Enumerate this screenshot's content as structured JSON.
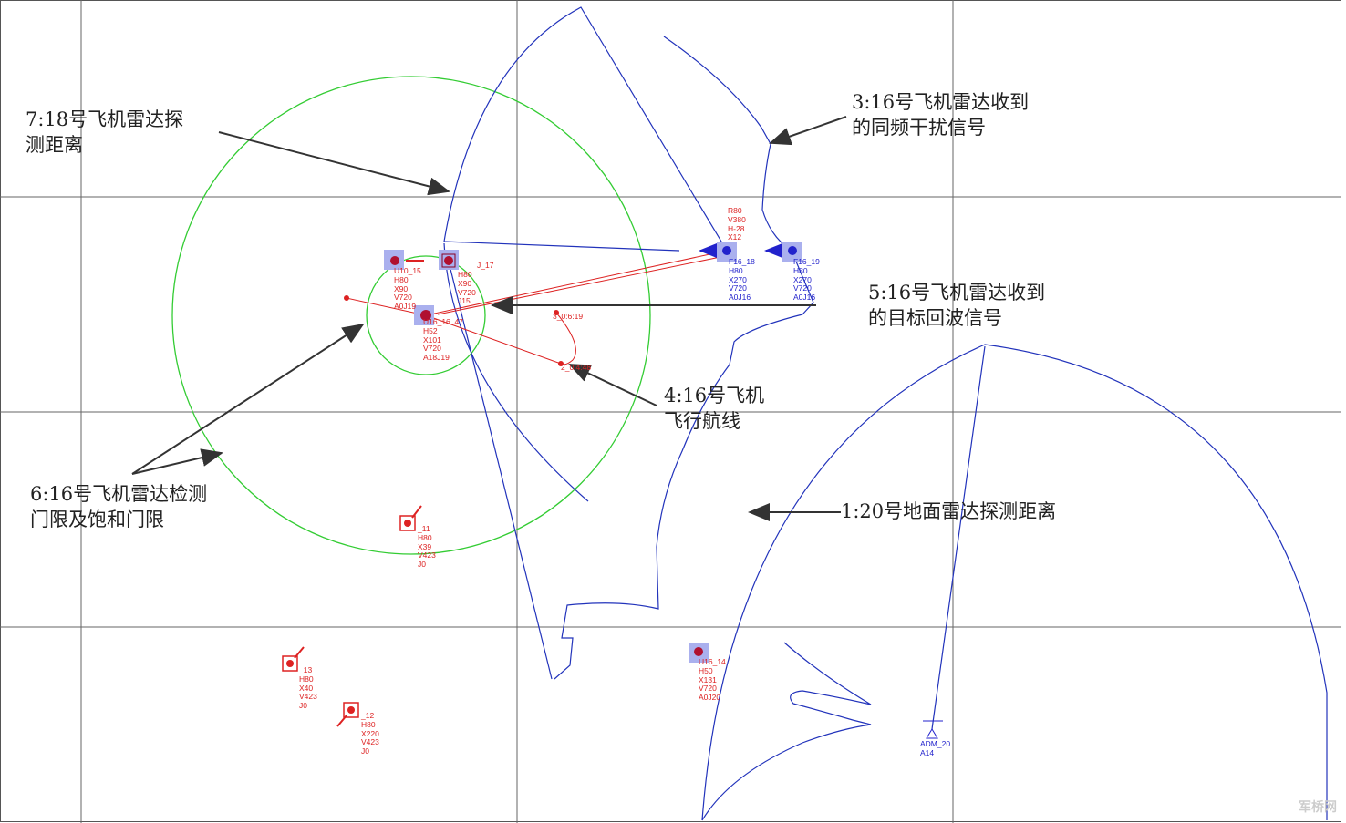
{
  "annotations": {
    "a1": "1:20号地面雷达探测距离",
    "a3": "3:16号飞机雷达收到\n的同频干扰信号",
    "a4": "4:16号飞机\n飞行航线",
    "a5": "5:16号飞机雷达收到\n的目标回波信号",
    "a6": "6:16号飞机雷达检测\n门限及饱和门限",
    "a7": "7:18号飞机雷达探\n测距离"
  },
  "units": {
    "u15": "U10_15\nH80\nX90\nV720\nA0J19",
    "u17": "J_17",
    "u17d": "H80\nX90\nV720\nJ15",
    "u16": "U16_16  47\nH52\nX101\nV720\nA18J19",
    "wp1": "3_0:6:19",
    "wp2": "2_0:4:48",
    "f18top": "R80\nV380\nH-28\nX12",
    "f18": "F16_18\nH80\nX270\nV720\nA0J16",
    "f19": "F16_19\nH80\nX270\nV720\nA0J16",
    "t11": "_11\nH80\nX39\nV423\nJ0",
    "t13": "_13\nH80\nX40\nV423\nJ0",
    "t12": "_12\nH80\nX220\nV423\nJ0",
    "u14": "U16_14\nH50\nX131\nV720\nA0J20",
    "adm": "ADM_20\nA14"
  },
  "watermark": "军桥网",
  "colors": {
    "friendly": "#2222cc",
    "hostile": "#dd2222",
    "detect": "#33cc33",
    "annotation": "#333333"
  }
}
